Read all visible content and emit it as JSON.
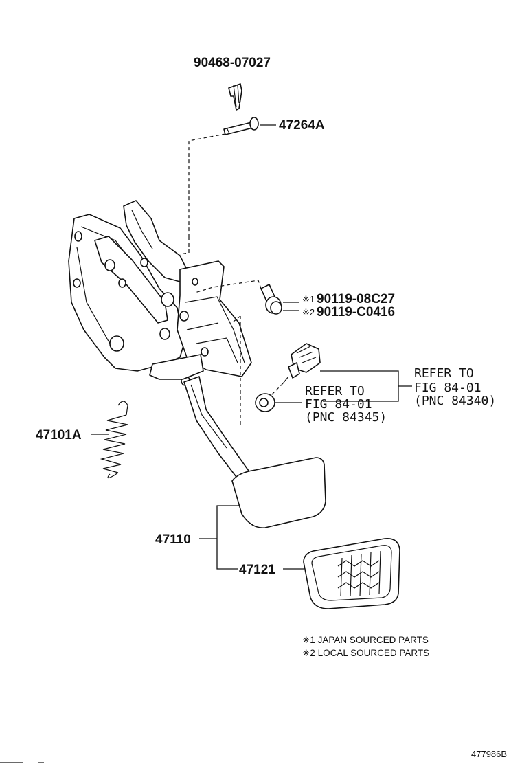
{
  "parts": {
    "clip": "90468-07027",
    "pin": "47264A",
    "bolt_1": "90119-08C27",
    "bolt_2": "90119-C0416",
    "spring": "47101A",
    "pedal": "47110",
    "pad": "47121",
    "bolt_mark_1": "※1",
    "bolt_mark_2": "※2"
  },
  "references": {
    "switch": {
      "line1": "REFER TO",
      "line2": "FIG 84-01",
      "line3": "(PNC 84340)"
    },
    "nut": {
      "line1": "REFER TO",
      "line2": "FIG 84-01",
      "line3": "(PNC 84345)"
    }
  },
  "notes": {
    "note1": "※1 JAPAN SOURCED PARTS",
    "note2": "※2 LOCAL SOURCED PARTS"
  },
  "figure_code": "477986B"
}
